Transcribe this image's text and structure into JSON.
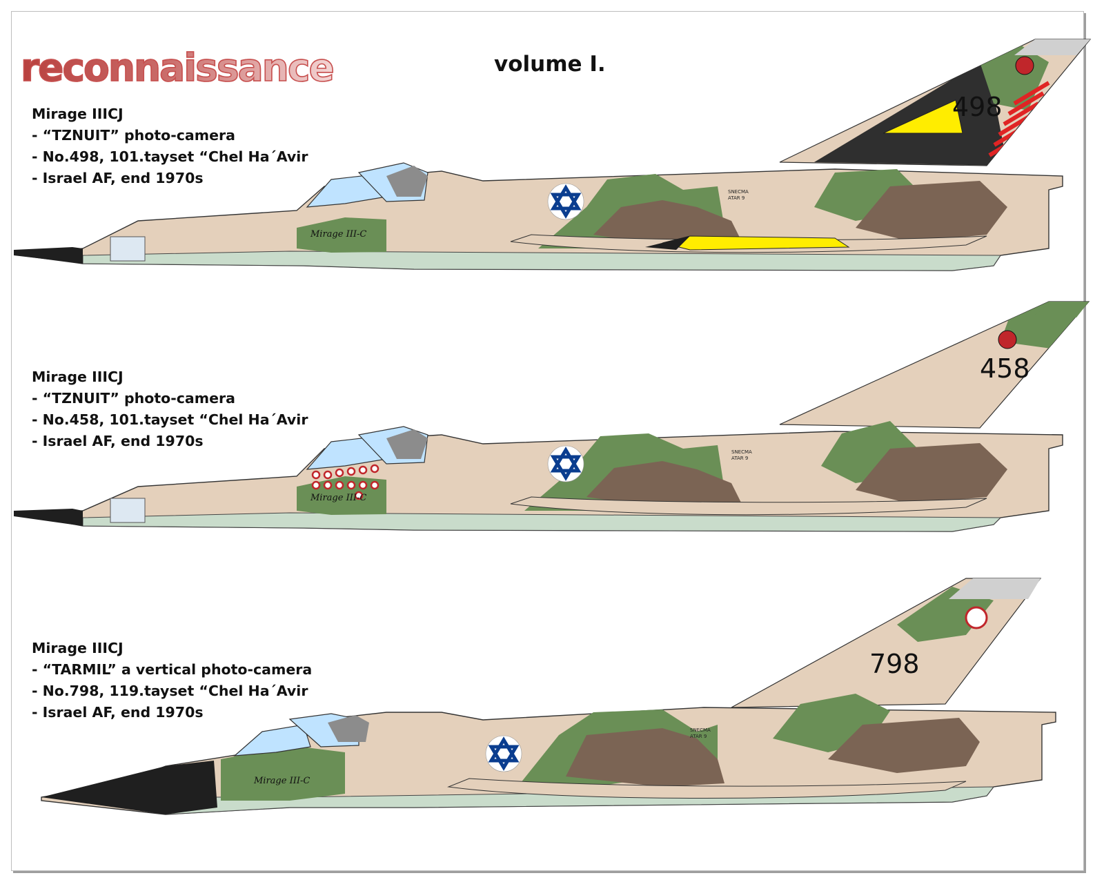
{
  "header": {
    "logo_text": "reconnaissance",
    "volume_text": "volume I."
  },
  "colors": {
    "sand": "#e4d0bb",
    "green": "#6a8f56",
    "brown": "#7b6454",
    "underside": "#c9dccb",
    "yellow": "#ffed00",
    "star_blue": "#0a3d8f",
    "stripe_red": "#e02424"
  },
  "profiles": [
    {
      "caption": [
        "Mirage IIICJ",
        "- “TZNUIT” photo-camera",
        "- No.498, 101.tayset “Chel Ha´Avir",
        "- Israel AF, end 1970s"
      ],
      "serial": "498",
      "engine_label": [
        "SNECMA",
        "ATAR 9"
      ],
      "nose_script": "Mirage III-C"
    },
    {
      "caption": [
        "Mirage IIICJ",
        "- “TZNUIT” photo-camera",
        "- No.458, 101.tayset “Chel Ha´Avir",
        "- Israel AF, end 1970s"
      ],
      "serial": "458",
      "engine_label": [
        "SNECMA",
        "ATAR 9"
      ],
      "nose_script": "Mirage III-C"
    },
    {
      "caption": [
        "Mirage IIICJ",
        "- “TARMIL” a vertical photo-camera",
        "- No.798, 119.tayset “Chel Ha´Avir",
        "- Israel AF, end 1970s"
      ],
      "serial": "798",
      "engine_label": [
        "SNECMA",
        "ATAR 9"
      ],
      "nose_script": "Mirage III-C"
    }
  ]
}
